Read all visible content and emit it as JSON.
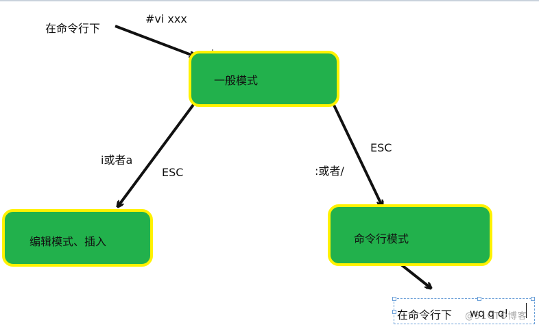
{
  "colors": {
    "node_fill": "#22b14c",
    "node_border": "#fff200",
    "arrow": "#111111",
    "textbox_border": "#6a9fd8"
  },
  "nodes": {
    "normal_mode": "一般模式",
    "edit_mode": "编辑模式、插入",
    "command_mode": "命令行模式"
  },
  "labels": {
    "cmdline_prompt": "在命令行下",
    "open_command": "#vi xxx",
    "insert_keys": "i或者a",
    "esc_left": "ESC",
    "command_keys": ":或者/",
    "esc_right": "ESC"
  },
  "textbox": {
    "prompt": "在命令行下",
    "command": "wq  q  q!"
  },
  "watermark": "@51CTO博客"
}
